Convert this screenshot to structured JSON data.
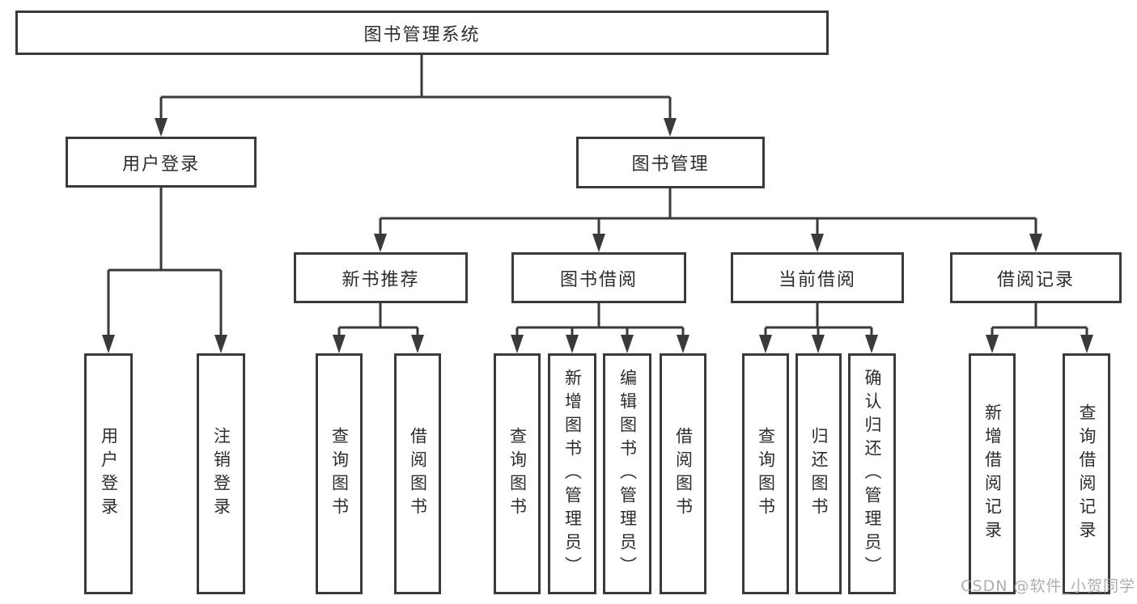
{
  "root": {
    "label": "图书管理系统"
  },
  "branches": [
    {
      "label": "用户登录",
      "children": [
        {
          "label": "用户登录"
        },
        {
          "label": "注销登录"
        }
      ]
    },
    {
      "label": "图书管理",
      "sections": [
        {
          "label": "新书推荐",
          "children": [
            {
              "label": "查询图书"
            },
            {
              "label": "借阅图书"
            }
          ]
        },
        {
          "label": "图书借阅",
          "children": [
            {
              "label": "查询图书"
            },
            {
              "label": "新增图书（管理员）"
            },
            {
              "label": "编辑图书（管理员）"
            },
            {
              "label": "借阅图书"
            }
          ]
        },
        {
          "label": "当前借阅",
          "children": [
            {
              "label": "查询图书"
            },
            {
              "label": "归还图书"
            },
            {
              "label": "确认归还（管理员）"
            }
          ]
        },
        {
          "label": "借阅记录",
          "children": [
            {
              "label": "新增借阅记录"
            },
            {
              "label": "查询借阅记录"
            }
          ]
        }
      ]
    }
  ],
  "watermark": "CSDN @软件_小贺同学",
  "colors": {
    "line": "#3a3a3a",
    "text": "#2d2d2d",
    "watermark": "#a5a5a8",
    "background": "#ffffff"
  }
}
